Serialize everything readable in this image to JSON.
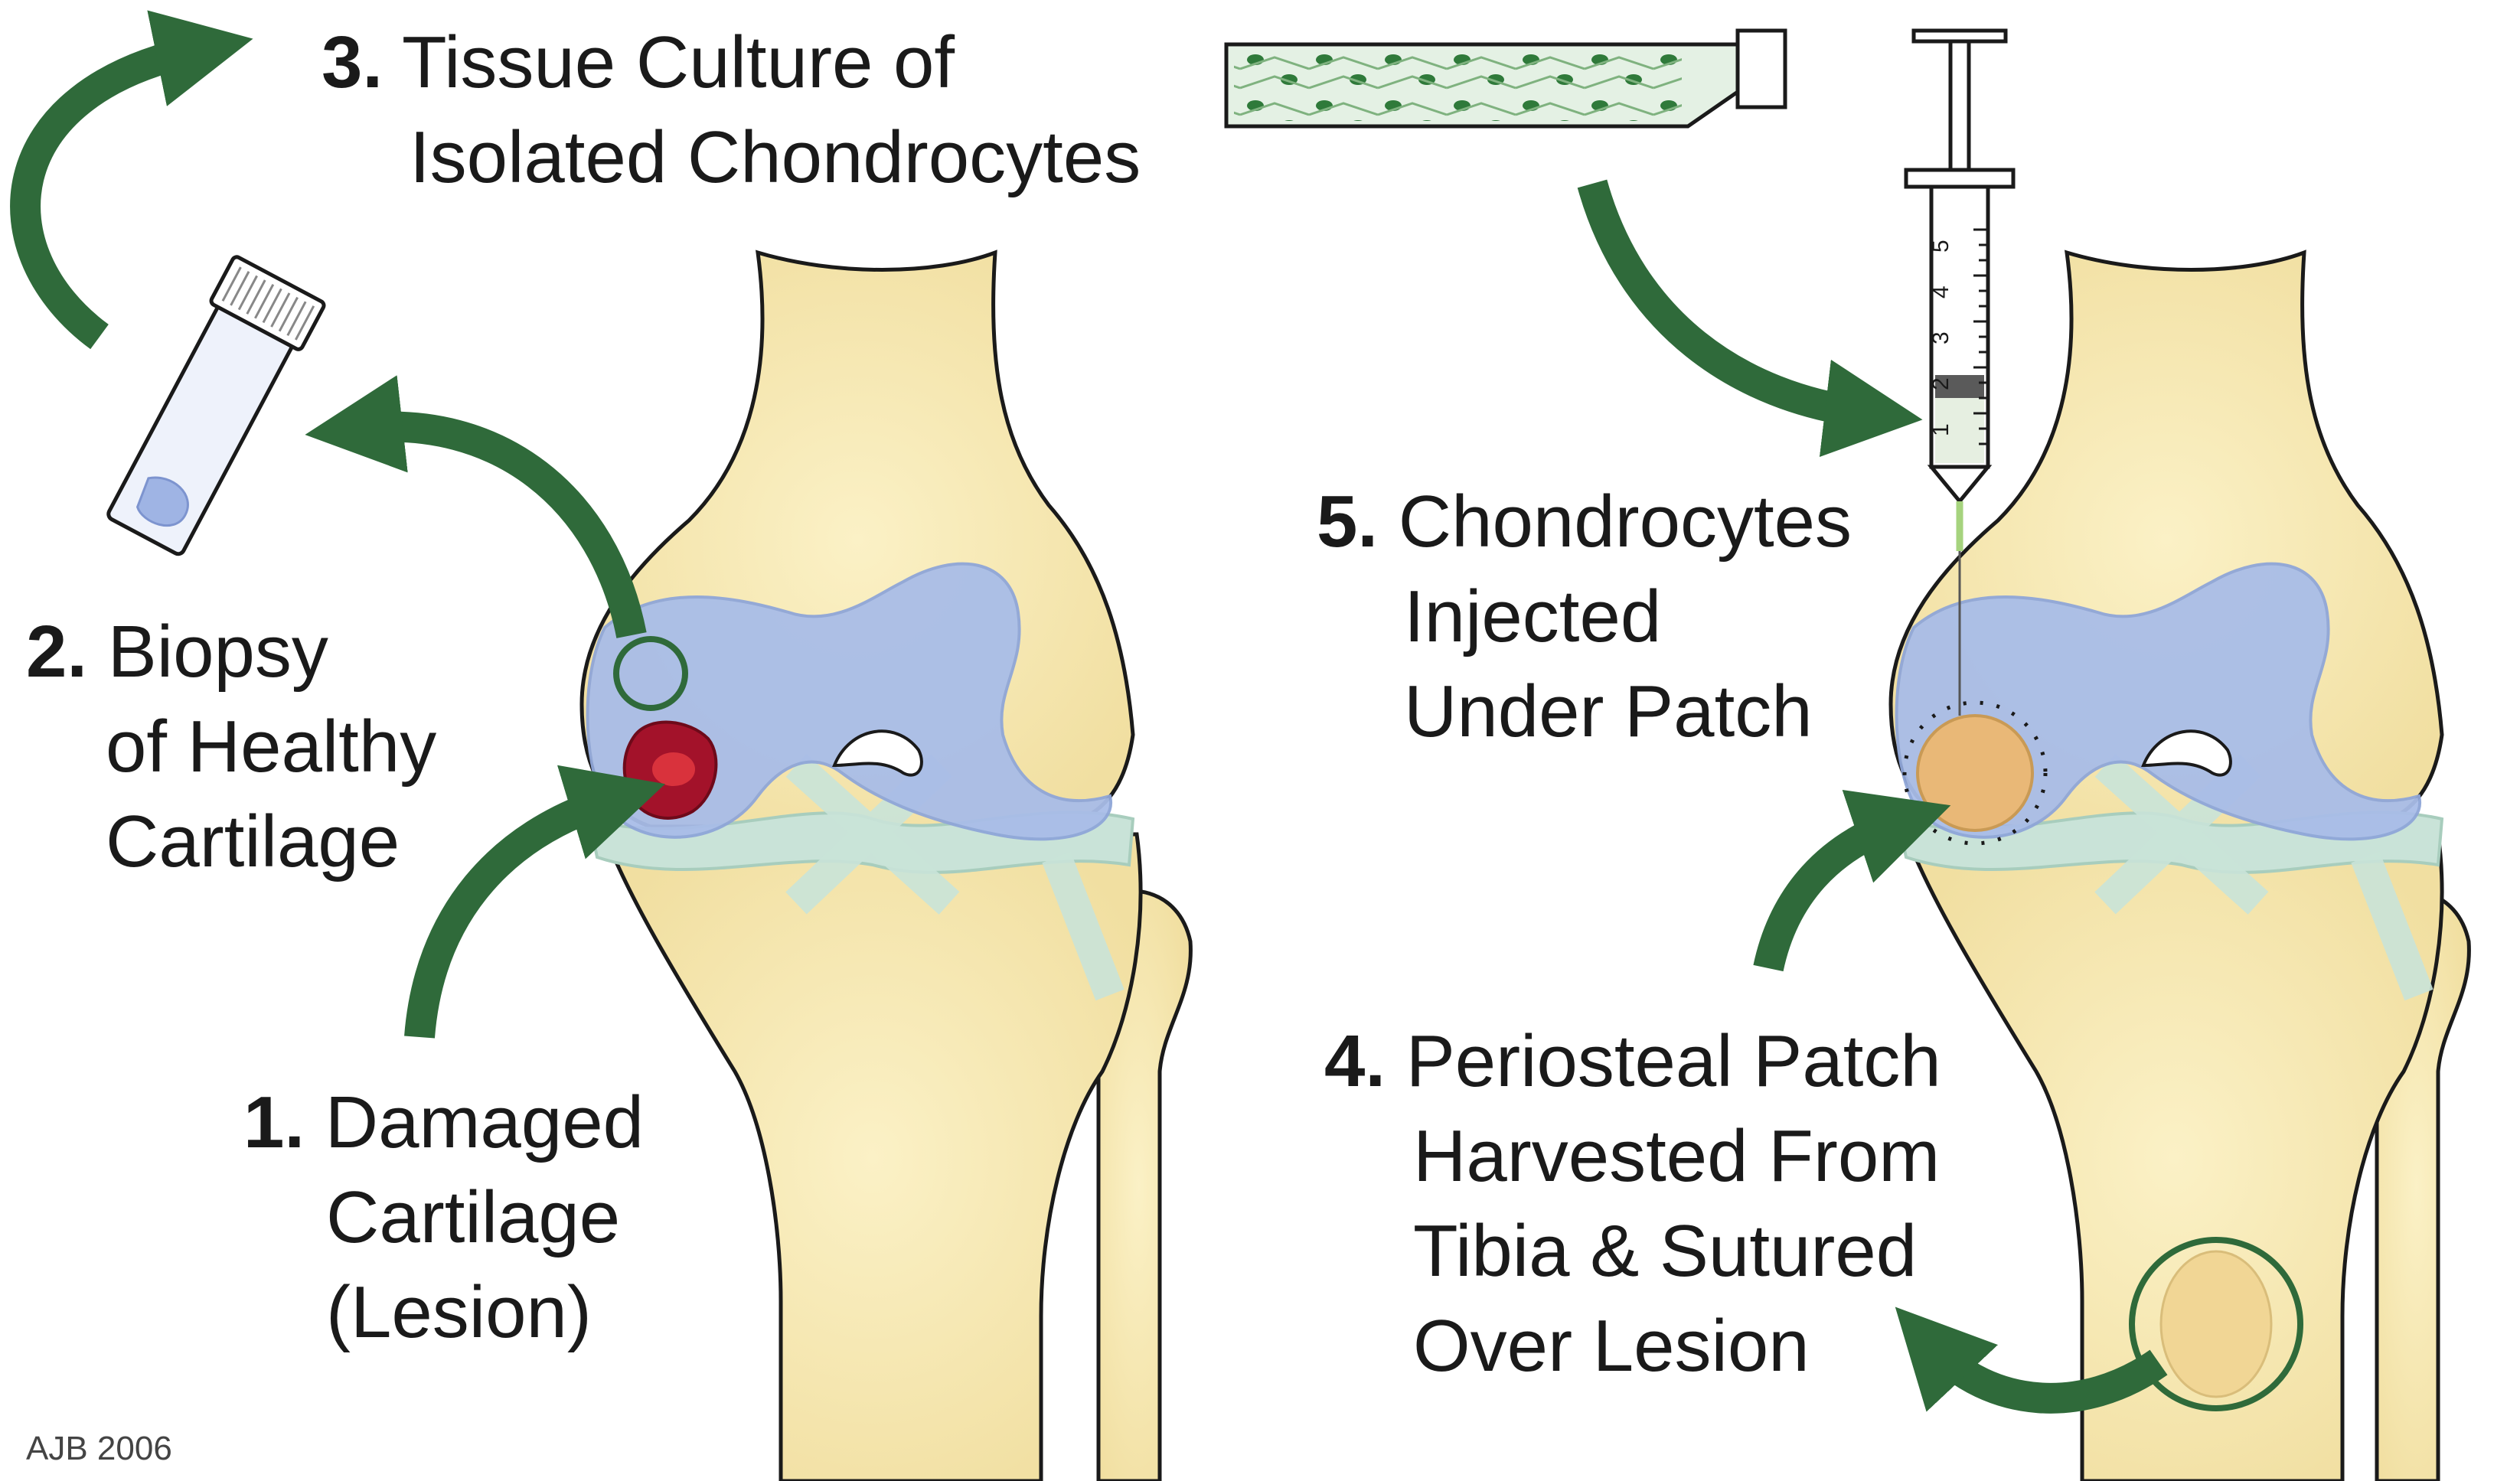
{
  "steps": [
    {
      "num": "1.",
      "lines": [
        "Damaged",
        "Cartilage",
        "(Lesion)"
      ]
    },
    {
      "num": "2.",
      "lines": [
        "Biopsy",
        "of Healthy",
        "Cartilage"
      ]
    },
    {
      "num": "3.",
      "lines": [
        "Tissue Culture of",
        "Isolated Chondrocytes"
      ]
    },
    {
      "num": "4.",
      "lines": [
        "Periosteal Patch",
        "Harvested From",
        "Tibia & Sutured",
        "Over Lesion"
      ]
    },
    {
      "num": "5.",
      "lines": [
        "Chondrocytes",
        "Injected",
        "Under Patch"
      ]
    }
  ],
  "syringe_scale": [
    "5",
    "4",
    "3",
    "2",
    "1"
  ],
  "credit": "AJB 2006",
  "colors": {
    "bone": "#f7eab8",
    "bone_outline": "#1a1a1a",
    "cartilage": "#a9bde8",
    "meniscus": "#c9e3d8",
    "arrow": "#2f6a3a",
    "lesion": "#a3122a",
    "patch": "#e9b877"
  }
}
